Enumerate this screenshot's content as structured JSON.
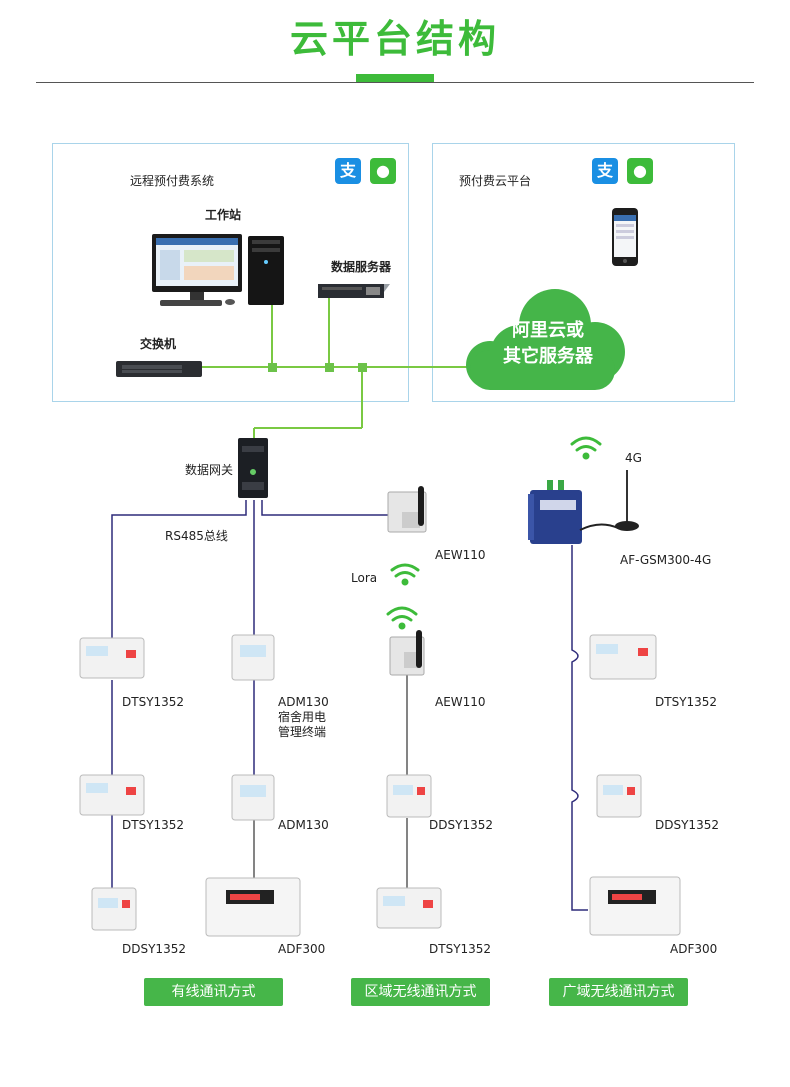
{
  "header": {
    "title": "云平台结构"
  },
  "left_panel": {
    "title": "远程预付费系统",
    "workstation_label": "工作站",
    "server_label": "数据服务器",
    "switch_label": "交换机"
  },
  "right_panel": {
    "title": "预付费云平台"
  },
  "cloud": {
    "line1": "阿里云或",
    "line2": "其它服务器"
  },
  "gateway": {
    "label": "数据网关",
    "bus_label": "RS485总线"
  },
  "wired": {
    "col1": [
      "DTSY1352",
      "DTSY1352",
      "DDSY1352"
    ],
    "col2": [
      "ADM130\n宿舍用电\n管理终端",
      "ADM130",
      "ADF300"
    ]
  },
  "lora": {
    "top_device": "AEW110",
    "lora_label": "Lora",
    "second_device": "AEW110",
    "meters": [
      "DDSY1352",
      "DTSY1352"
    ]
  },
  "wan": {
    "antenna_label": "4G",
    "device": "AF-GSM300-4G",
    "meters": [
      "DTSY1352",
      "DDSY1352",
      "ADF300"
    ]
  },
  "footer": {
    "wired_button": "有线通讯方式",
    "lan_wireless_button": "区域无线通讯方式",
    "wan_wireless_button": "广域无线通讯方式"
  },
  "colors": {
    "accent": "#3dbb3a",
    "bus": "#2e2b7a",
    "net_line": "#7ac943",
    "panel_border": "#a9d4ea"
  }
}
